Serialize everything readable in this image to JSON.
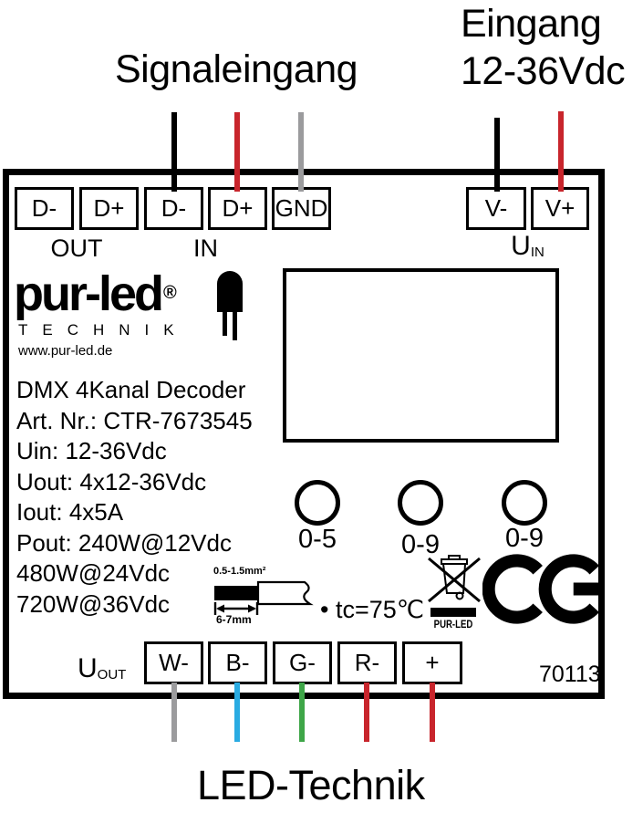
{
  "titles": {
    "signal_input": "Signaleingang",
    "power_input_line1": "Eingang",
    "power_input_line2": "12-36Vdc",
    "bottom_caption": "LED-Technik"
  },
  "terminals": {
    "top": [
      "D-",
      "D+",
      "D-",
      "D+",
      "GND",
      "V-",
      "V+"
    ],
    "bottom": [
      "W-",
      "B-",
      "G-",
      "R-",
      "+"
    ],
    "group_out": "OUT",
    "group_in": "IN",
    "u_in_base": "U",
    "u_in_sub": "IN",
    "u_out_base": "U",
    "u_out_sub": "OUT"
  },
  "logo": {
    "brand": "pur-led",
    "registered_mark": "®",
    "subtitle": "TECHNIK",
    "website": "www.pur-led.de"
  },
  "specs": [
    "DMX 4Kanal Decoder",
    "Art. Nr.: CTR-7673545",
    "Uin: 12-36Vdc",
    "Uout: 4x12-36Vdc",
    "Iout: 4x5A",
    "Pout: 240W@12Vdc",
    "480W@24Vdc",
    "720W@36Vdc"
  ],
  "rotary_switches": [
    "0-5",
    "0-9",
    "0-9"
  ],
  "wire_gauge": {
    "cross_section": "0.5-1.5mm²",
    "strip_length": "6-7mm"
  },
  "temperature_note": "• tc=75℃",
  "weee_brand": "PUR-LED",
  "part_number": "70113",
  "icons": {
    "led": "led-symbol",
    "weee": "weee-crossed-out-bin",
    "ce": "ce-mark",
    "cable": "wire-strip-gauge"
  },
  "wire_colors": {
    "black": "#000000",
    "red": "#C8252C",
    "gray": "#9B9B9D",
    "blue": "#29ABE2",
    "green": "#3EA648"
  }
}
